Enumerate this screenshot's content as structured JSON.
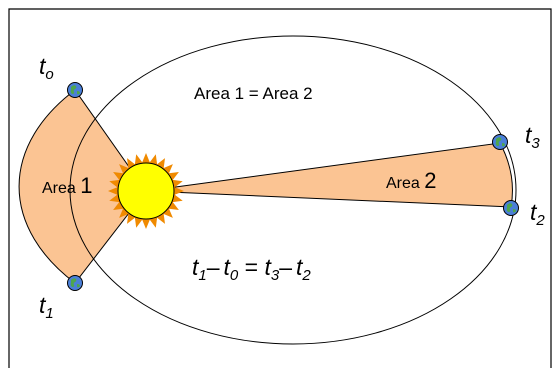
{
  "labels": {
    "t0_main": "t",
    "t0_sub": "o",
    "t1_main": "t",
    "t1_sub": "1",
    "t2_main": "t",
    "t2_sub": "2",
    "t3_main": "t",
    "t3_sub": "3",
    "area1_prefix": "Area ",
    "area1_num": "1",
    "area2_prefix": "Area ",
    "area2_num": "2",
    "equality_text": "Area 1 = Area 2",
    "eq_t": "t",
    "eq_s1": "1",
    "eq_minus": "–",
    "eq_s0": "0",
    "eq_equals": " = ",
    "eq_s3": "3",
    "eq_s2": "2"
  },
  "colors": {
    "sector_fill": "#FBC493",
    "sun_fill": "#FFFF00",
    "sun_rays": "#F08A00",
    "orbit_stroke": "#000000",
    "earth_blue": "#4A7FD8",
    "earth_green": "#4EA64E"
  },
  "icons": [
    "sun-icon",
    "earth-icon"
  ]
}
